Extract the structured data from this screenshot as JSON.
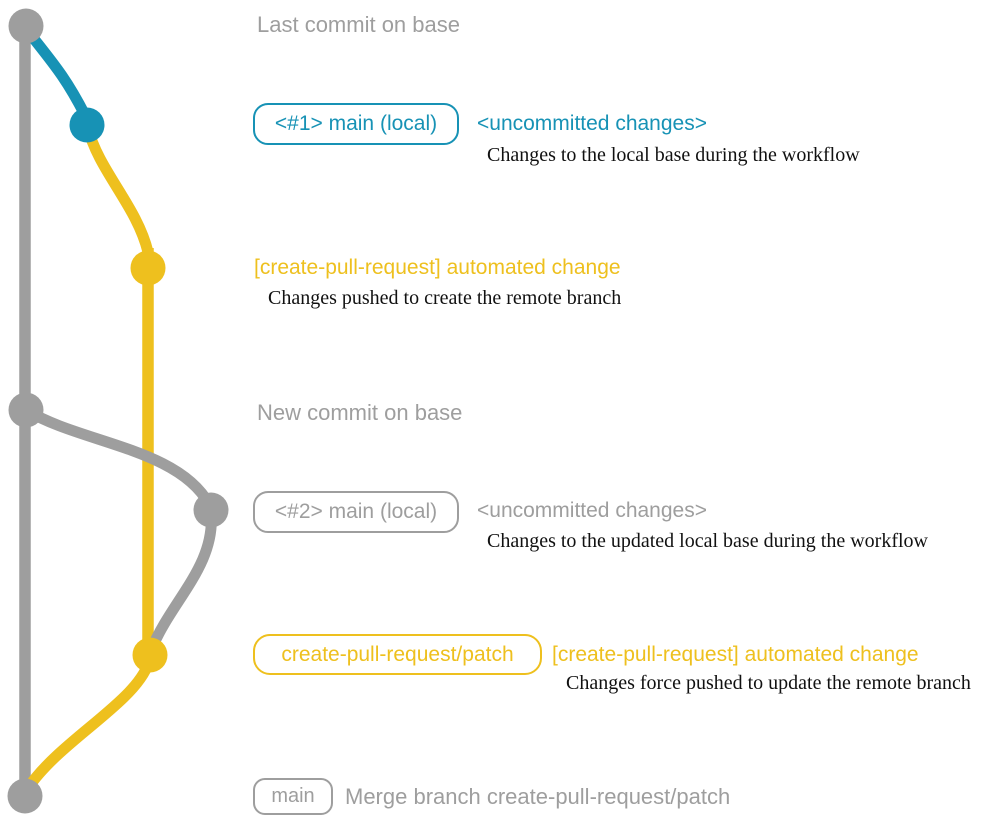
{
  "diagram": {
    "kind": "git-branch-workflow-diagram",
    "colors": {
      "base_branch": "#9e9e9e",
      "local_main": "#1792b5",
      "patch_branch": "#eec01e",
      "description_text": "#111111",
      "background": "#ffffff"
    },
    "labels": {
      "last_commit": "Last commit on base",
      "new_commit": "New commit on base"
    },
    "rows": {
      "local1": {
        "badge": "<#1> main (local)",
        "title": "<uncommitted changes>",
        "description": "Changes to the local base during the workflow"
      },
      "patch1": {
        "title": "[create-pull-request] automated change",
        "description": "Changes pushed to create the remote branch"
      },
      "local2": {
        "badge": "<#2> main (local)",
        "title": "<uncommitted changes>",
        "description": "Changes to the updated local base during the workflow"
      },
      "patch2": {
        "badge": "create-pull-request/patch",
        "title": "[create-pull-request] automated change",
        "description": "Changes force pushed to update the remote branch"
      },
      "merge": {
        "badge": "main",
        "title": "Merge branch create-pull-request/patch"
      }
    }
  }
}
